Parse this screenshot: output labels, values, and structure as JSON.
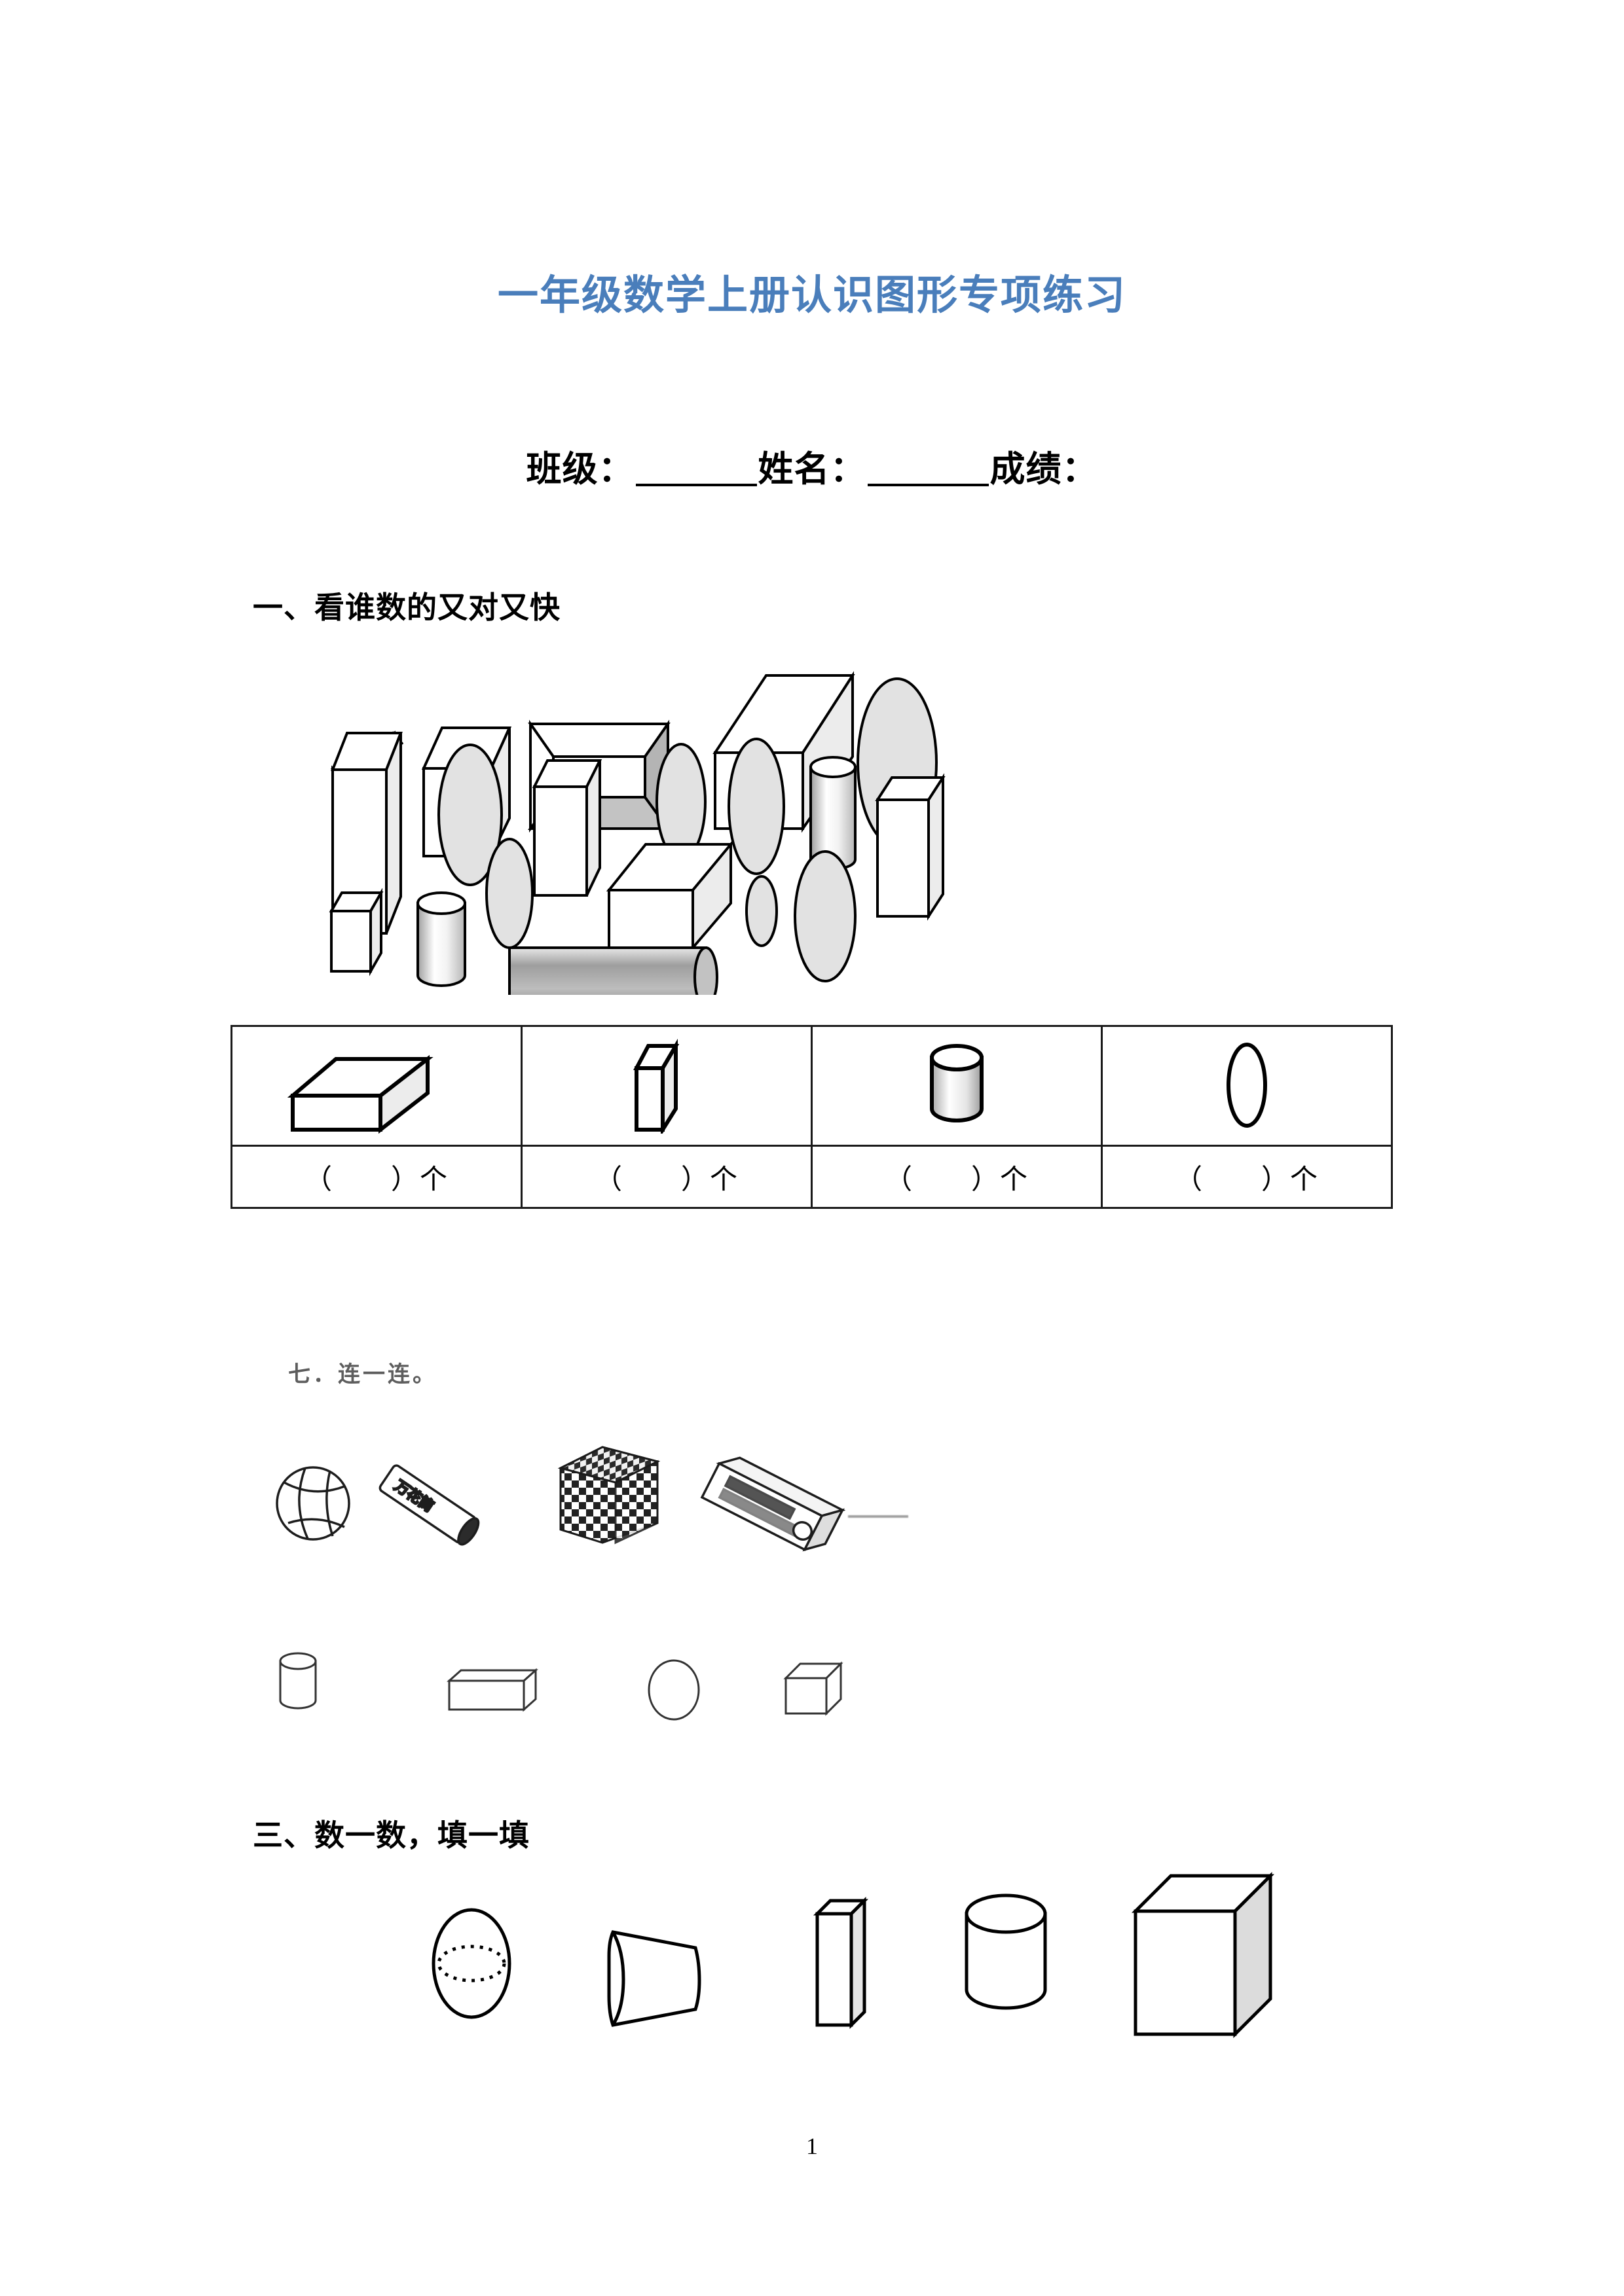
{
  "document": {
    "title": "一年级数学上册认识图形专项练习",
    "title_color": "#4a7ebb",
    "page_number": "1"
  },
  "info_line": {
    "class_label": "班级：",
    "name_label": "姓名：",
    "score_label": "成绩："
  },
  "sections": [
    {
      "id": "section-1",
      "heading": "一、看谁数的又对又快",
      "shape_cluster": {
        "description": "混合立体图形：长方体、正方体、圆柱、椭圆（球）",
        "shapes": [
          {
            "name": "cuboid-tall-thin",
            "kind": "cuboid"
          },
          {
            "name": "cube-small",
            "kind": "cube"
          },
          {
            "name": "cuboid-open-box",
            "kind": "cuboid"
          },
          {
            "name": "cuboid-wide",
            "kind": "cuboid"
          },
          {
            "name": "ellipse-tall-right",
            "kind": "sphere"
          },
          {
            "name": "ellipse-mid-left",
            "kind": "sphere"
          },
          {
            "name": "cuboid-upright-mid",
            "kind": "cuboid"
          },
          {
            "name": "ellipse-mid-center",
            "kind": "sphere"
          },
          {
            "name": "ellipse-mid-center2",
            "kind": "sphere"
          },
          {
            "name": "cylinder-upright-right",
            "kind": "cylinder"
          },
          {
            "name": "cuboid-right-tall",
            "kind": "cuboid"
          },
          {
            "name": "cuboid-small-left",
            "kind": "cuboid"
          },
          {
            "name": "cylinder-upright-left",
            "kind": "cylinder"
          },
          {
            "name": "ellipse-lower-left",
            "kind": "sphere"
          },
          {
            "name": "cube-center-lower",
            "kind": "cube"
          },
          {
            "name": "ellipse-small-lower",
            "kind": "sphere"
          },
          {
            "name": "ellipse-lower-right",
            "kind": "sphere"
          },
          {
            "name": "cylinder-lying",
            "kind": "cylinder"
          }
        ]
      },
      "count_table": {
        "columns": [
          {
            "icon": "cuboid-flat-icon",
            "answer": "（　　）个"
          },
          {
            "icon": "cube-icon",
            "answer": "（　　）个"
          },
          {
            "icon": "cylinder-icon",
            "answer": "（　　）个"
          },
          {
            "icon": "circle-icon",
            "answer": "（　　）个"
          }
        ]
      }
    },
    {
      "id": "section-7",
      "heading": "七．连一连。",
      "objects": [
        {
          "name": "volleyball",
          "label": ""
        },
        {
          "name": "kaleidoscope-tube",
          "label": "万花筒"
        },
        {
          "name": "checkered-cube",
          "label": ""
        },
        {
          "name": "toothpaste-box",
          "label": ""
        }
      ],
      "shapes": [
        {
          "name": "cylinder-shape",
          "kind": "cylinder"
        },
        {
          "name": "cuboid-shape",
          "kind": "cuboid"
        },
        {
          "name": "sphere-shape",
          "kind": "sphere"
        },
        {
          "name": "cube-shape",
          "kind": "cube"
        }
      ]
    },
    {
      "id": "section-3",
      "heading": "三、数一数，填一填",
      "shapes": [
        {
          "name": "sphere-dotted",
          "kind": "sphere"
        },
        {
          "name": "cylinder-lying",
          "kind": "cylinder"
        },
        {
          "name": "cuboid-thin-upright",
          "kind": "cuboid"
        },
        {
          "name": "cylinder-upright",
          "kind": "cylinder"
        },
        {
          "name": "cuboid-large",
          "kind": "cuboid"
        }
      ]
    }
  ]
}
